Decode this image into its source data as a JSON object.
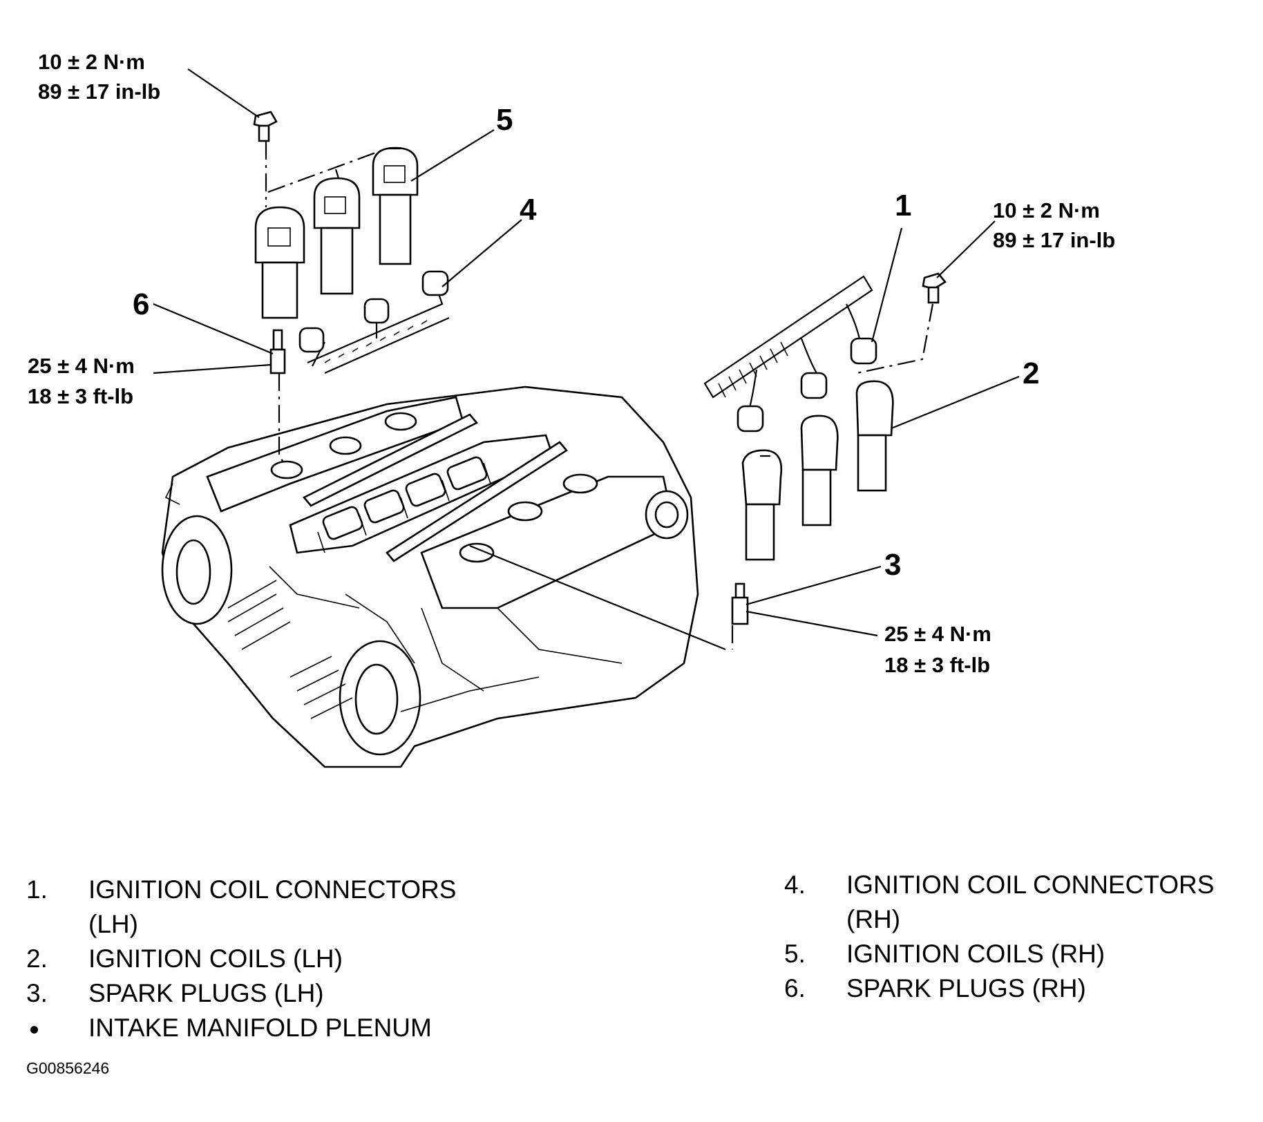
{
  "callouts": {
    "c1": "1",
    "c2": "2",
    "c3": "3",
    "c4": "4",
    "c5": "5",
    "c6": "6"
  },
  "torques": {
    "top_left": {
      "line1": "10 ± 2 N·m",
      "line2": "89 ± 17 in-lb"
    },
    "top_right": {
      "line1": "10 ± 2 N·m",
      "line2": "89 ± 17 in-lb"
    },
    "mid_left": {
      "line1": "25 ± 4 N·m",
      "line2": "18 ± 3 ft-lb"
    },
    "mid_right": {
      "line1": "25 ± 4 N·m",
      "line2": "18 ± 3 ft-lb"
    }
  },
  "legend_left": [
    {
      "num": "1.",
      "text": "IGNITION COIL CONNECTORS"
    },
    {
      "num": "",
      "text": "(LH)"
    },
    {
      "num": "2.",
      "text": "IGNITION COILS (LH)"
    },
    {
      "num": "3.",
      "text": "SPARK PLUGS (LH)"
    },
    {
      "num": "",
      "text": "INTAKE MANIFOLD PLENUM"
    }
  ],
  "legend_right": [
    {
      "num": "4.",
      "text": "IGNITION COIL CONNECTORS"
    },
    {
      "num": "",
      "text": "(RH)"
    },
    {
      "num": "5.",
      "text": "IGNITION COILS (RH)"
    },
    {
      "num": "6.",
      "text": "SPARK PLUGS (RH)"
    }
  ],
  "figure_id": "G00856246"
}
